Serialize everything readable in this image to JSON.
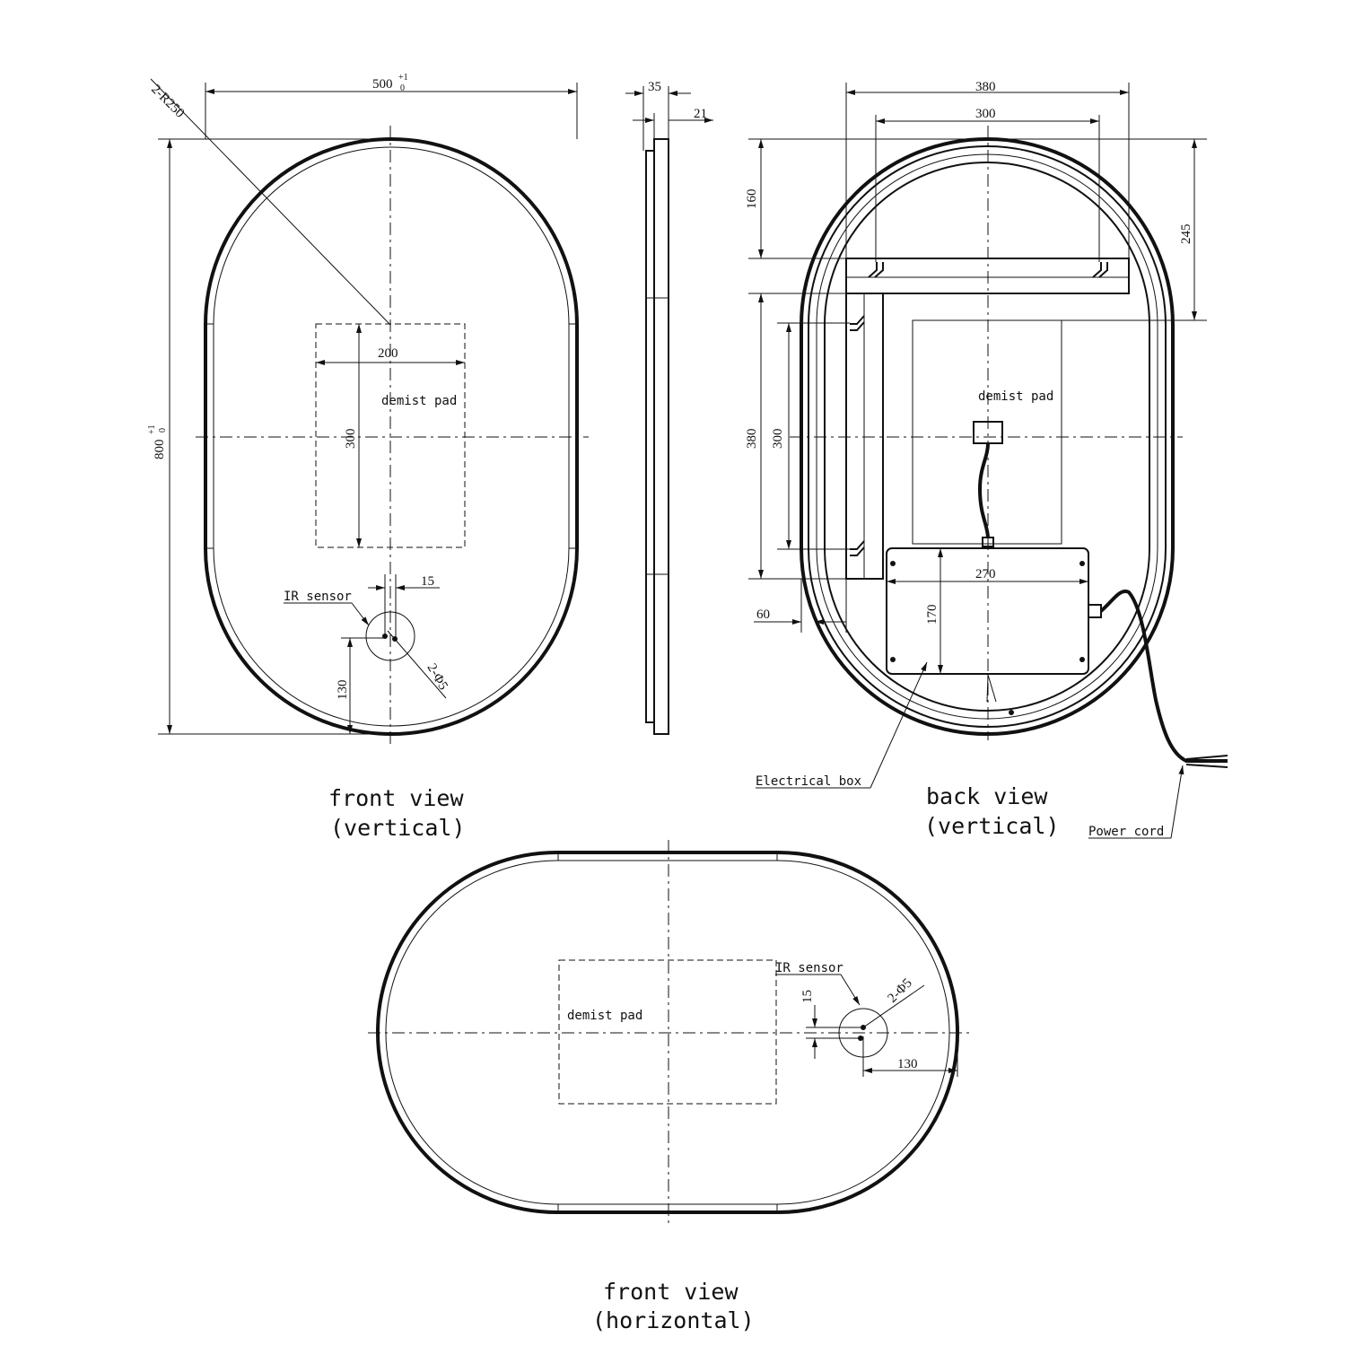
{
  "front_vertical": {
    "width_dim": "500",
    "width_tol_upper": "+1",
    "width_tol_lower": "0",
    "height_dim": "800",
    "height_tol_upper": "+1",
    "height_tol_lower": "0",
    "radius": "2-R250",
    "pad_width": "200",
    "pad_height": "300",
    "pad_label": "demist pad",
    "sensor_label": "IR sensor",
    "sensor_offset": "15",
    "sensor_holes": "2-Φ5",
    "sensor_bottom": "130",
    "caption_line1": "front view",
    "caption_line2": "(vertical)"
  },
  "side": {
    "depth_total": "35",
    "depth_part": "21"
  },
  "back_vertical": {
    "bracket_outer": "380",
    "bracket_inner": "300",
    "top_offset": "160",
    "top_offset2": "245",
    "left_outer": "380",
    "left_inner": "300",
    "side_margin": "60",
    "box_width": "270",
    "box_height": "170",
    "pad_label": "demist pad",
    "electrical_box_label": "Electrical box",
    "power_cord_label": "Power cord",
    "caption_line1": "back view",
    "caption_line2": "(vertical)"
  },
  "front_horizontal": {
    "pad_label": "demist pad",
    "sensor_label": "IR sensor",
    "sensor_holes": "2-Φ5",
    "sensor_offset": "15",
    "sensor_edge": "130",
    "caption_line1": "front view",
    "caption_line2": "(horizontal)"
  }
}
